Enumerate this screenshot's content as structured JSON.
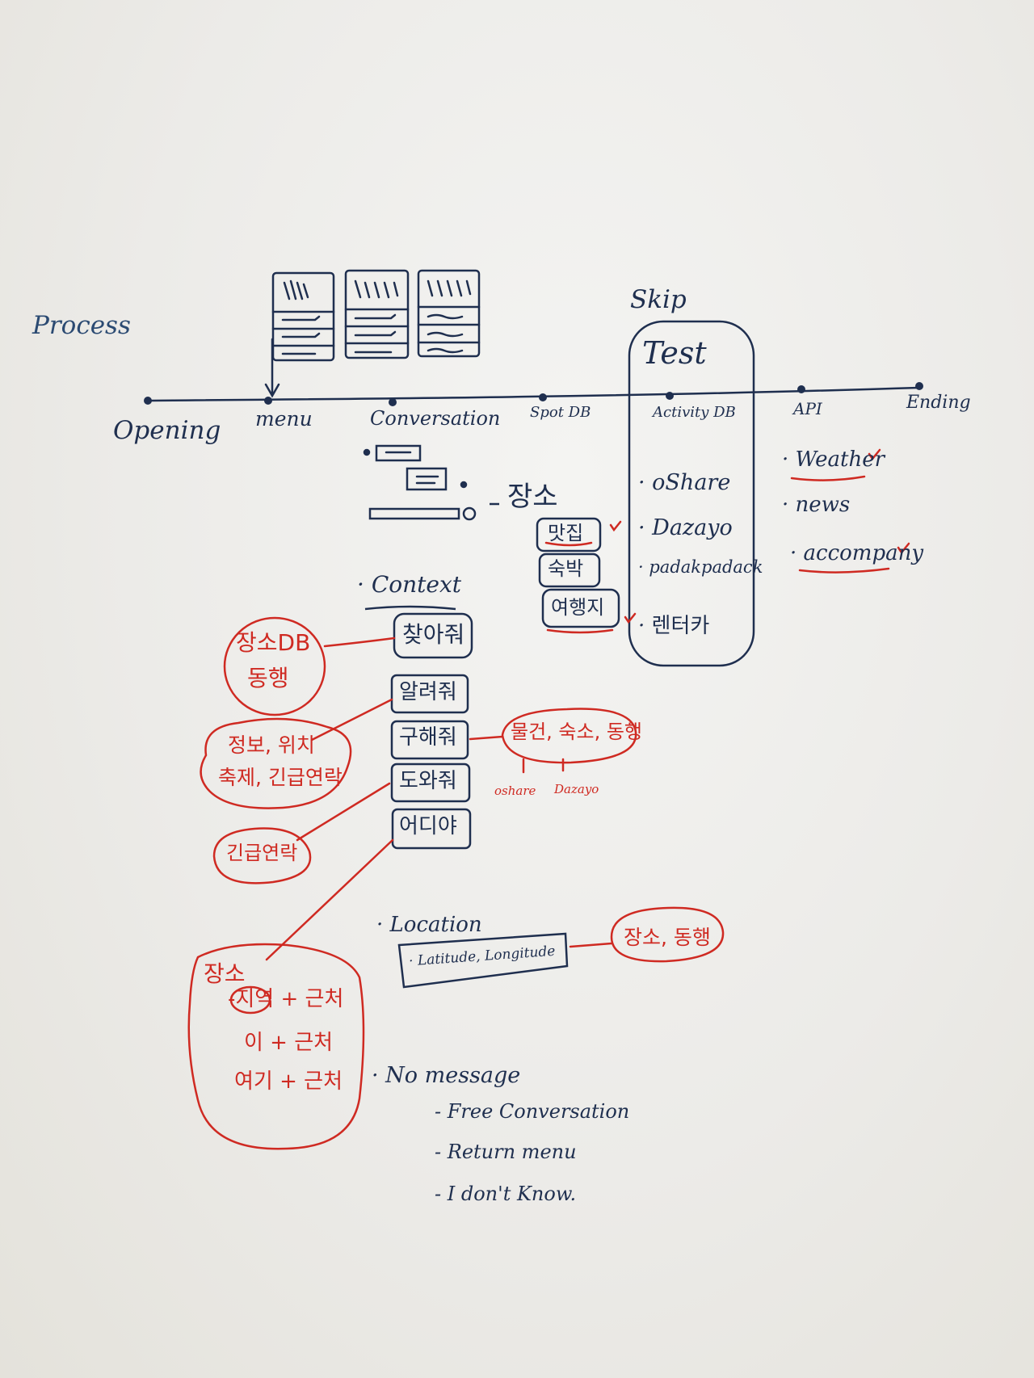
{
  "title": "Process",
  "skip_label": "Skip",
  "test_label": "Test",
  "timeline": [
    "Opening",
    "menu",
    "Conversation",
    "Spot DB",
    "Activity DB",
    "API",
    "Ending"
  ],
  "place_label": "장소",
  "spot_items": [
    "맛집",
    "숙박",
    "여행지"
  ],
  "activity_items": [
    "oShare",
    "Dazayo",
    "padakpadack",
    "렌터카"
  ],
  "api_items": [
    "Weather",
    "news",
    "accompany"
  ],
  "context": {
    "label": "Context",
    "buttons": [
      "찾아줘",
      "알려줘",
      "구해줘",
      "도와줘",
      "어디야"
    ],
    "note_find": [
      "장소DB",
      "동행"
    ],
    "note_tell": [
      "정보, 위치",
      "축제, 긴급연락"
    ],
    "note_help": "긴급연락",
    "note_get": "물건, 숙소, 동행",
    "sub_get": [
      "oshare",
      "Dazayo"
    ]
  },
  "where_note": {
    "title": "장소",
    "line1_circled": "지역",
    "line1_rest": "+ 근처",
    "line2": "이 + 근처",
    "line3": "여기 + 근처"
  },
  "location": {
    "label": "Location",
    "box": "Latitude, Longitude",
    "note": "장소, 동행"
  },
  "no_message": {
    "label": "No message",
    "items": [
      "Free Conversation",
      "Return menu",
      "I don't Know."
    ]
  },
  "ink_colors": {
    "navy": "#1f2f4f",
    "blue": "#2b4a72",
    "red": "#cf2a22"
  }
}
